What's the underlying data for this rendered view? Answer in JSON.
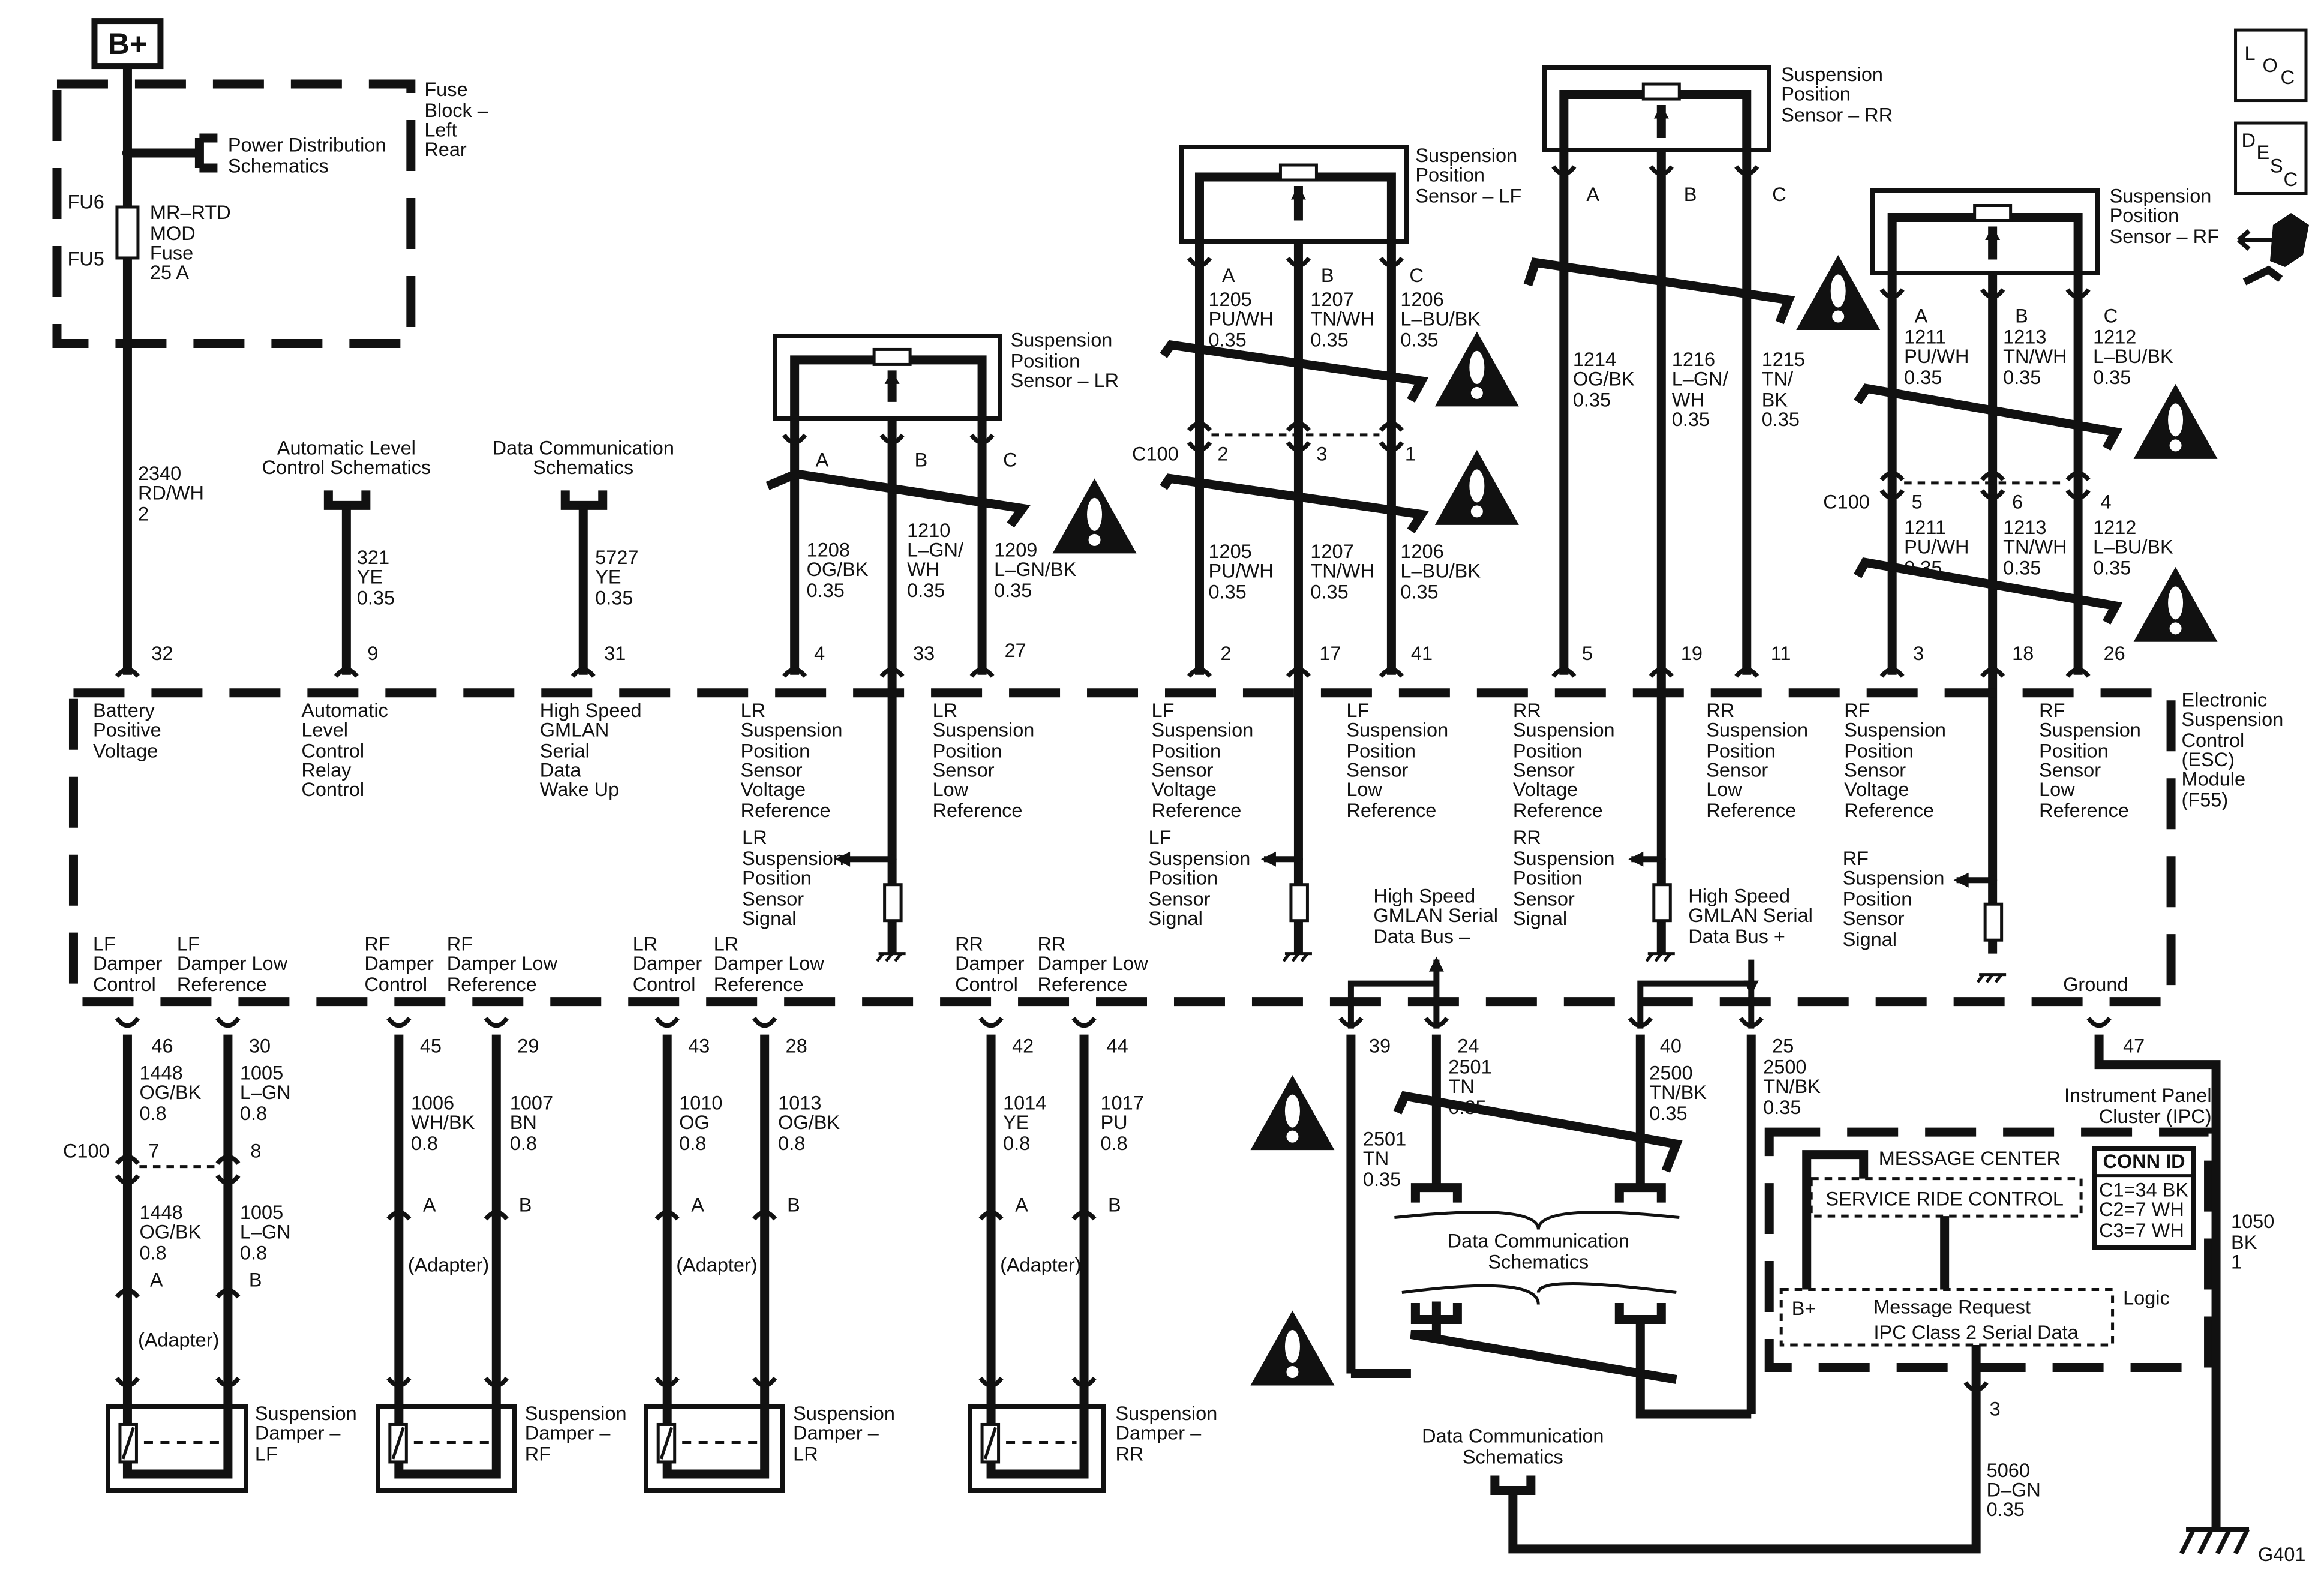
{
  "power_source": "B+",
  "fuse_block": {
    "title": [
      "Fuse",
      "Block –",
      "Left",
      "Rear"
    ],
    "fuse_top": "FU6",
    "fuse_bottom": "FU5",
    "fuse_label": [
      "MR–RTD",
      "MOD",
      "Fuse",
      "25 A"
    ],
    "power_distribution": [
      "Power Distribution",
      "Schematics"
    ]
  },
  "locator_icons": [
    [
      "L",
      "O",
      "C"
    ],
    [
      "D",
      "E",
      "S",
      "C"
    ]
  ],
  "battery_wire": [
    "2340",
    "RD/WH",
    "2"
  ],
  "alc_ref": [
    "Automatic Level",
    "Control Schematics"
  ],
  "alc_wire": [
    "321",
    "YE",
    "0.35"
  ],
  "dc_ref": [
    "Data Communication",
    "Schematics"
  ],
  "dc_wire": [
    "5727",
    "YE",
    "0.35"
  ],
  "sensors": {
    "lr": {
      "title": [
        "Suspension",
        "Position",
        "Sensor – LR"
      ],
      "pins": [
        "A",
        "B",
        "C"
      ],
      "wires": [
        [
          "1208",
          "OG/BK",
          "0.35"
        ],
        [
          "1210",
          "L–GN/",
          "WH",
          "0.35"
        ],
        [
          "1209",
          "L–GN/BK",
          "0.35"
        ]
      ]
    },
    "lf": {
      "title": [
        "Suspension",
        "Position",
        "Sensor – LF"
      ],
      "pins": [
        "A",
        "B",
        "C"
      ],
      "wires_top": [
        [
          "1205",
          "PU/WH",
          "0.35"
        ],
        [
          "1207",
          "TN/WH",
          "0.35"
        ],
        [
          "1206",
          "L–BU/BK",
          "0.35"
        ]
      ],
      "wires_bottom": [
        [
          "1205",
          "PU/WH",
          "0.35"
        ],
        [
          "1207",
          "TN/WH",
          "0.35"
        ],
        [
          "1206",
          "L–BU/BK",
          "0.35"
        ]
      ],
      "c100": [
        "C100",
        "2",
        "3",
        "1"
      ]
    },
    "rr": {
      "title": [
        "Suspension",
        "Position",
        "Sensor – RR"
      ],
      "pins": [
        "A",
        "B",
        "C"
      ],
      "wires": [
        [
          "1214",
          "OG/BK",
          "0.35"
        ],
        [
          "1216",
          "L–GN/",
          "WH",
          "0.35"
        ],
        [
          "1215",
          "TN/",
          "BK",
          "0.35"
        ]
      ]
    },
    "rf": {
      "title": [
        "Suspension",
        "Position",
        "Sensor – RF"
      ],
      "pins": [
        "A",
        "B",
        "C"
      ],
      "wires_top": [
        [
          "1211",
          "PU/WH",
          "0.35"
        ],
        [
          "1213",
          "TN/WH",
          "0.35"
        ],
        [
          "1212",
          "L–BU/BK",
          "0.35"
        ]
      ],
      "wires_bottom": [
        [
          "1211",
          "PU/WH",
          "0.35"
        ],
        [
          "1213",
          "TN/WH",
          "0.35"
        ],
        [
          "1212",
          "L–BU/BK",
          "0.35"
        ]
      ],
      "c100": [
        "C100",
        "5",
        "6",
        "4"
      ]
    }
  },
  "module": {
    "title": [
      "Electronic",
      "Suspension",
      "Control",
      "(ESC)",
      "Module",
      "(F55)"
    ],
    "top_pins": [
      "32",
      "9",
      "31",
      "4",
      "33",
      "27",
      "2",
      "17",
      "41",
      "5",
      "19",
      "11",
      "3",
      "18",
      "26"
    ],
    "top_labels": [
      [
        "Battery",
        "Positive",
        "Voltage"
      ],
      [
        "Automatic",
        "Level",
        "Control",
        "Relay",
        "Control"
      ],
      [
        "High Speed",
        "GMLAN",
        "Serial",
        "Data",
        "Wake Up"
      ],
      [
        "LR",
        "Suspension",
        "Position",
        "Sensor",
        "Voltage",
        "Reference"
      ],
      [
        "LR",
        "Suspension",
        "Position",
        "Sensor",
        "Low",
        "Reference"
      ],
      [
        "LF",
        "Suspension",
        "Position",
        "Sensor",
        "Voltage",
        "Reference"
      ],
      [
        "LF",
        "Suspension",
        "Position",
        "Sensor",
        "Low",
        "Reference"
      ],
      [
        "RR",
        "Suspension",
        "Position",
        "Sensor",
        "Voltage",
        "Reference"
      ],
      [
        "RR",
        "Suspension",
        "Position",
        "Sensor",
        "Low",
        "Reference"
      ],
      [
        "RF",
        "Suspension",
        "Position",
        "Sensor",
        "Voltage",
        "Reference"
      ],
      [
        "RF",
        "Suspension",
        "Position",
        "Sensor",
        "Low",
        "Reference"
      ]
    ],
    "signals": [
      [
        "LR",
        "Suspension",
        "Position",
        "Sensor",
        "Signal"
      ],
      [
        "LF",
        "Suspension",
        "Position",
        "Sensor",
        "Signal"
      ],
      [
        "RR",
        "Suspension",
        "Position",
        "Sensor",
        "Signal"
      ],
      [
        "RF",
        "Suspension",
        "Position",
        "Sensor",
        "Signal"
      ]
    ],
    "bus_minus": [
      "High Speed",
      "GMLAN Serial",
      "Data Bus –"
    ],
    "bus_plus": [
      "High Speed",
      "GMLAN Serial",
      "Data Bus +"
    ],
    "bottom_labels": [
      [
        "LF",
        "Damper",
        "Control"
      ],
      [
        "LF",
        "Damper Low",
        "Reference"
      ],
      [
        "RF",
        "Damper",
        "Control"
      ],
      [
        "RF",
        "Damper Low",
        "Reference"
      ],
      [
        "LR",
        "Damper",
        "Control"
      ],
      [
        "LR",
        "Damper Low",
        "Reference"
      ],
      [
        "RR",
        "Damper",
        "Control"
      ],
      [
        "RR",
        "Damper Low",
        "Reference"
      ]
    ],
    "ground_label": "Ground",
    "bottom_pins": [
      "46",
      "30",
      "45",
      "29",
      "43",
      "28",
      "42",
      "44",
      "39",
      "24",
      "40",
      "25",
      "47"
    ]
  },
  "dampers": {
    "lf": {
      "title": [
        "Suspension",
        "Damper –",
        "LF"
      ],
      "wires_top": [
        [
          "1448",
          "OG/BK",
          "0.8"
        ],
        [
          "1005",
          "L–GN",
          "0.8"
        ]
      ],
      "c100": [
        "C100",
        "7",
        "8"
      ],
      "wires_bottom": [
        [
          "1448",
          "OG/BK",
          "0.8"
        ],
        [
          "1005",
          "L–GN",
          "0.8"
        ]
      ],
      "pins": [
        "A",
        "B"
      ],
      "adapter": "(Adapter)"
    },
    "rf": {
      "title": [
        "Suspension",
        "Damper –",
        "RF"
      ],
      "wires": [
        [
          "1006",
          "WH/BK",
          "0.8"
        ],
        [
          "1007",
          "BN",
          "0.8"
        ]
      ],
      "pins": [
        "A",
        "B"
      ],
      "adapter": "(Adapter)"
    },
    "lr": {
      "title": [
        "Suspension",
        "Damper –",
        "LR"
      ],
      "wires": [
        [
          "1010",
          "OG",
          "0.8"
        ],
        [
          "1013",
          "OG/BK",
          "0.8"
        ]
      ],
      "pins": [
        "A",
        "B"
      ],
      "adapter": "(Adapter)"
    },
    "rr": {
      "title": [
        "Suspension",
        "Damper –",
        "RR"
      ],
      "wires": [
        [
          "1014",
          "YE",
          "0.8"
        ],
        [
          "1017",
          "PU",
          "0.8"
        ]
      ],
      "pins": [
        "A",
        "B"
      ],
      "adapter": "(Adapter)"
    }
  },
  "gmlan": {
    "wire_24": [
      "2501",
      "TN",
      "0.35"
    ],
    "wire_25": [
      "2500",
      "TN/BK",
      "0.35"
    ],
    "wire_40": [
      "2500",
      "TN/BK",
      "0.35"
    ],
    "wire_side": [
      "2501",
      "TN",
      "0.35"
    ],
    "dc_ref_1": [
      "Data Communication",
      "Schematics"
    ],
    "dc_ref_2": [
      "Data Communication",
      "Schematics"
    ]
  },
  "ipc": {
    "title": [
      "Instrument Panel",
      "Cluster (IPC)"
    ],
    "message_center": "MESSAGE CENTER",
    "service_ride_control": "SERVICE RIDE CONTROL",
    "conn_id_title": "CONN ID",
    "conn_id": [
      "C1=34 BK",
      "C2=7 WH",
      "C3=7 WH"
    ],
    "bplus": "B+",
    "message_request": "Message Request",
    "class2": "IPC Class 2 Serial Data",
    "logic": "Logic",
    "pin": "3",
    "wire": [
      "5060",
      "D–GN",
      "0.35"
    ]
  },
  "ground_wire": [
    "1050",
    "BK",
    "1"
  ],
  "ground": "G401"
}
